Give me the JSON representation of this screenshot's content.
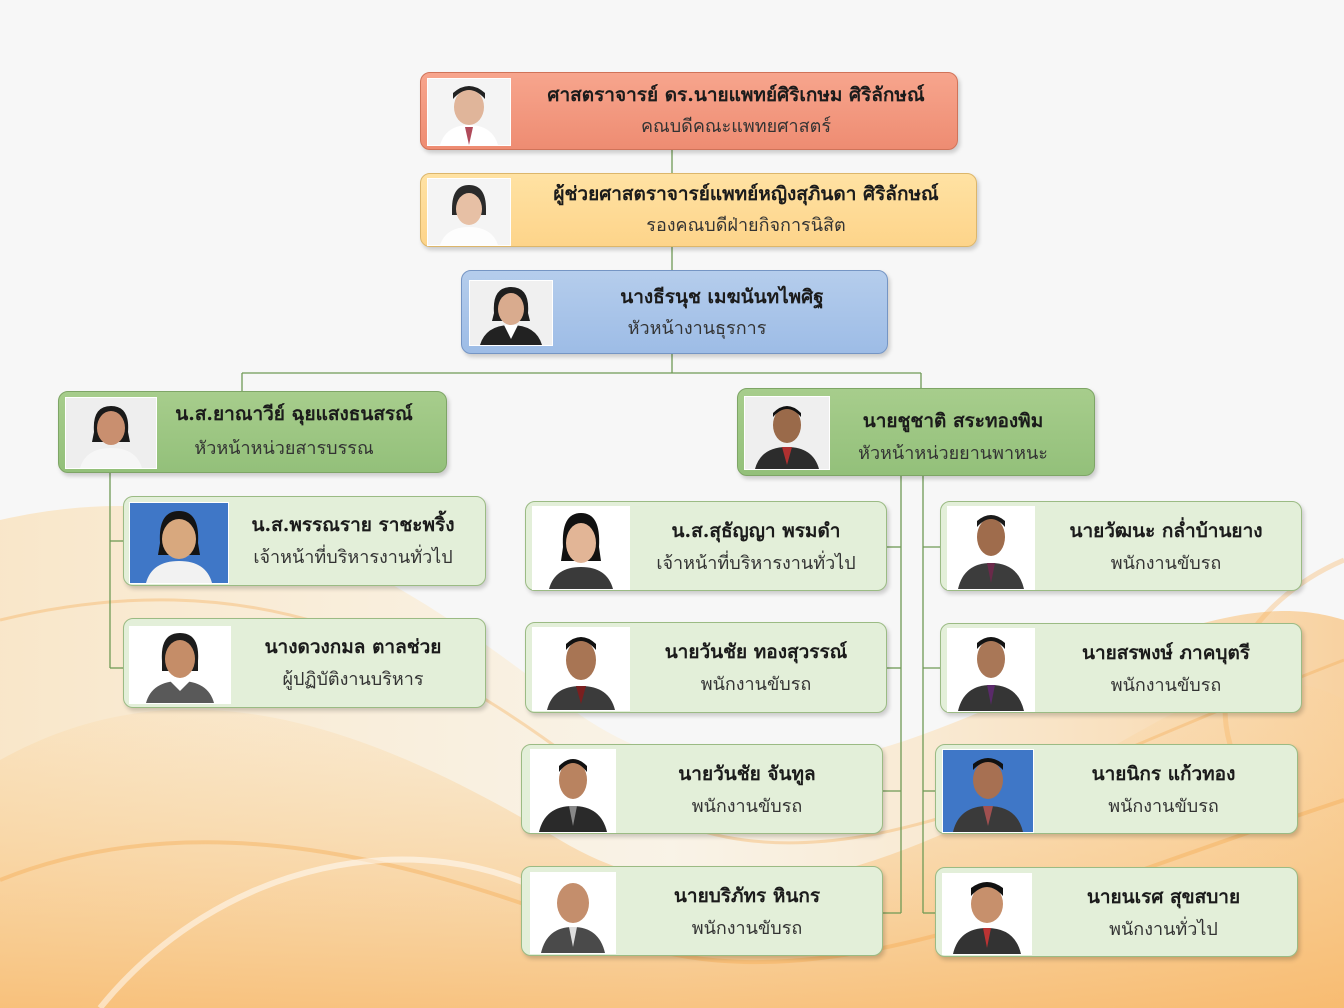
{
  "org": {
    "dean": {
      "name": "ศาสตราจารย์ ดร.นายแพทย์ศิริเกษม ศิริลักษณ์",
      "role": "คณบดีคณะแพทยศาสตร์"
    },
    "vice_dean": {
      "name": "ผู้ช่วยศาสตราจารย์แพทย์หญิงสุภินดา ศิริลักษณ์",
      "role": "รองคณบดีฝ่ายกิจการนิสิต"
    },
    "head_admin": {
      "name": "นางธีรนุช เมฆนันทไพศิฐ",
      "role": "หัวหน้างานธุรการ"
    },
    "head_documents": {
      "name": "น.ส.ยาณาวีย์ ฉุยแสงธนสรณ์",
      "role": "หัวหน้าหน่วยสารบรรณ"
    },
    "head_vehicles": {
      "name": "นายชูชาติ สระทองพิม",
      "role": "หัวหน้าหน่วยยานพาหนะ"
    },
    "staff_left": [
      {
        "name": "น.ส.พรรณราย ราชะพริ้ง",
        "role": "เจ้าหน้าที่บริหารงานทั่วไป"
      },
      {
        "name": "นางดวงกมล ตาลช่วย",
        "role": "ผู้ปฏิบัติงานบริหาร"
      }
    ],
    "staff_mid": [
      {
        "name": "น.ส.สุธัญญา พรมดำ",
        "role": "เจ้าหน้าที่บริหารงานทั่วไป"
      },
      {
        "name": "นายวันชัย ทองสุวรรณ์",
        "role": "พนักงานขับรถ"
      },
      {
        "name": "นายวันชัย จันทูล",
        "role": "พนักงานขับรถ"
      },
      {
        "name": "นายบริภัทร หินกร",
        "role": "พนักงานขับรถ"
      }
    ],
    "staff_right": [
      {
        "name": "นายวัฒนะ กล่ำบ้านยาง",
        "role": "พนักงานขับรถ"
      },
      {
        "name": "นายสรพงษ์ ภาคบุตรี",
        "role": "พนักงานขับรถ"
      },
      {
        "name": "นายนิกร แก้วทอง",
        "role": "พนักงานขับรถ"
      },
      {
        "name": "นายนเรศ สุขสบาย",
        "role": "พนักงานทั่วไป"
      }
    ]
  },
  "colors": {
    "dean_box": "#ee8c72",
    "vice_dean_box": "#fdd48a",
    "head_admin_box": "#9dbce6",
    "unit_head_box": "#93c07a",
    "staff_box": "#e3efd9",
    "connector": "#6f9a55"
  },
  "icons": {
    "photo": "person-photo-icon"
  }
}
